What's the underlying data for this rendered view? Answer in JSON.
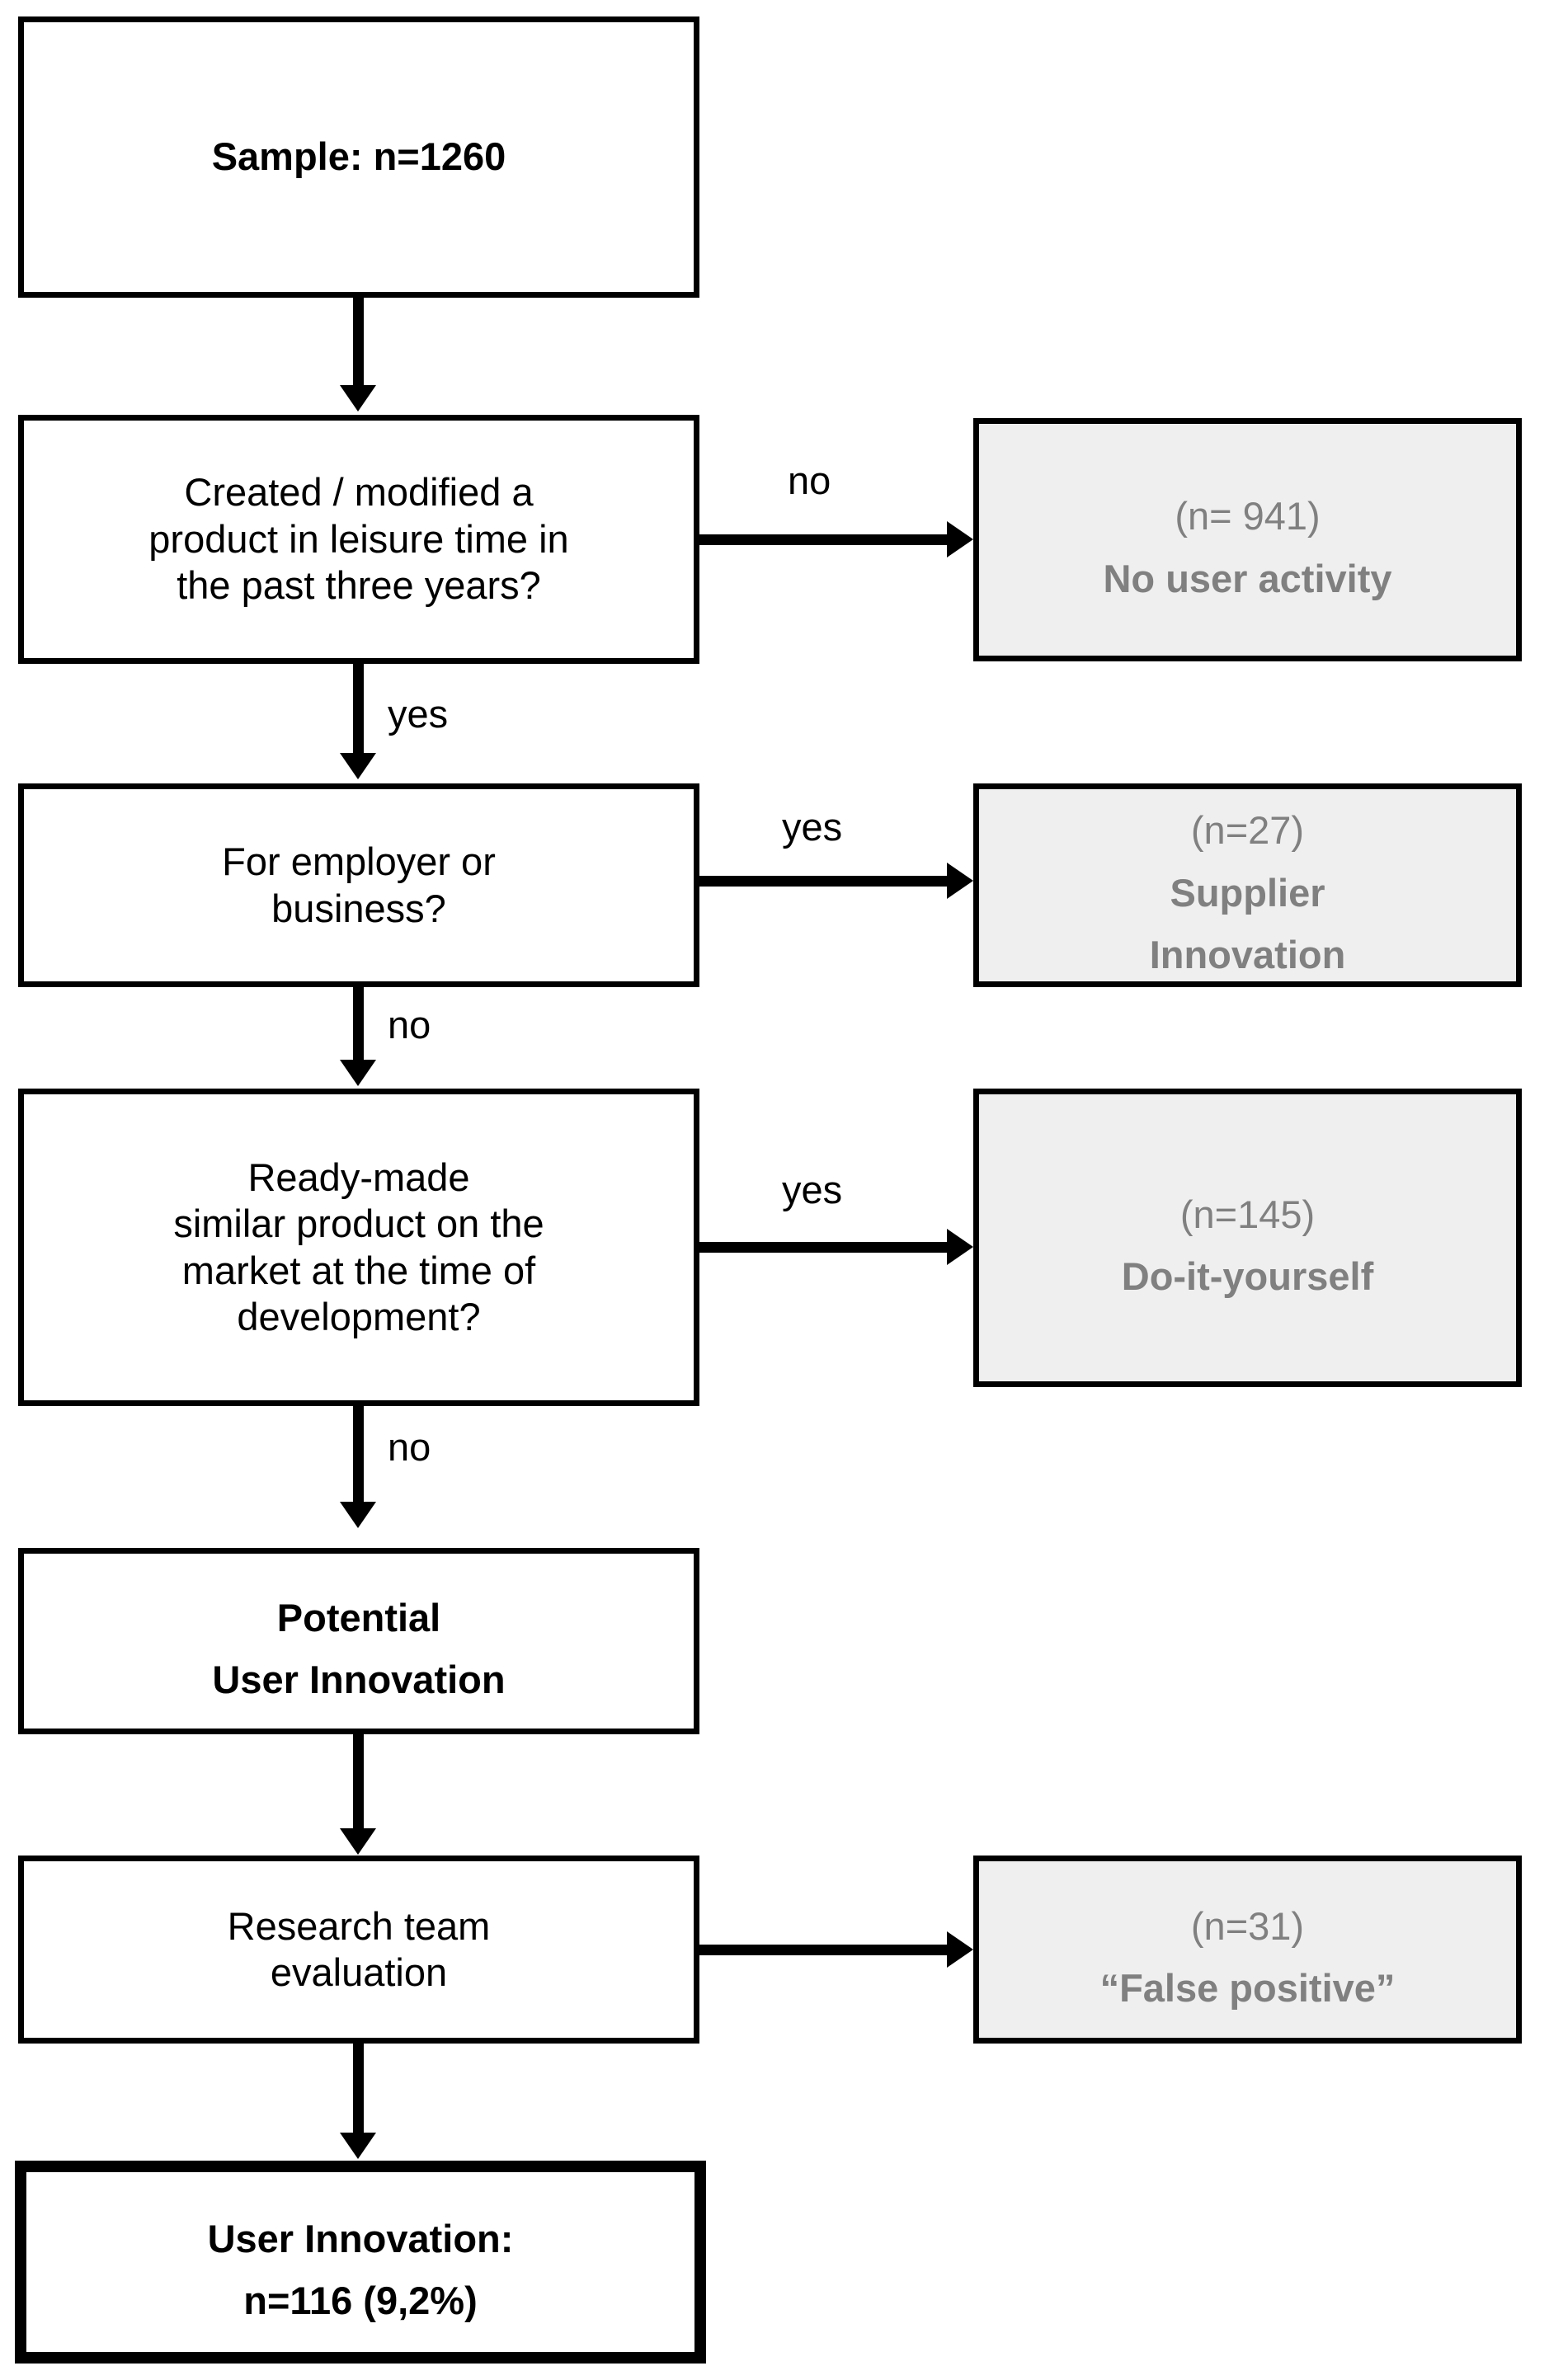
{
  "diagram": {
    "title": "User innovation survey funnel flowchart",
    "colors": {
      "stroke": "#000000",
      "white_fill": "#ffffff",
      "gray_fill": "#efefef",
      "gray_text": "#808080"
    },
    "nodes": {
      "sample": {
        "text": "Sample: n=1260"
      },
      "created": {
        "text": "Created / modified a\nproduct in leisure time in\nthe past three years?"
      },
      "no_user_activity": {
        "line1": "(n= 941)",
        "line2": "No user activity"
      },
      "employer": {
        "text": "For employer or\nbusiness?"
      },
      "supplier": {
        "line1": "(n=27)",
        "line2": "Supplier",
        "line3": "Innovation"
      },
      "ready_made": {
        "text": "Ready-made\nsimilar product on the\nmarket at the time of\ndevelopment?"
      },
      "diy": {
        "line1": "(n=145)",
        "line2": "Do-it-yourself"
      },
      "potential": {
        "line1": "Potential",
        "line2": "User Innovation"
      },
      "research": {
        "text": "Research team\nevaluation"
      },
      "false_positive": {
        "line1": "(n=31)",
        "line2": "“False positive”"
      },
      "user_innovation": {
        "line1": "User Innovation:",
        "line2": "n=116 (9,2%)"
      }
    },
    "edge_labels": {
      "created_no": "no",
      "created_yes": "yes",
      "employer_yes": "yes",
      "employer_no": "no",
      "ready_yes": "yes",
      "ready_no": "no"
    }
  },
  "chart_data": {
    "type": "table",
    "title": "User innovation screening funnel",
    "categories": [
      "Sample",
      "No user activity",
      "Supplier Innovation",
      "Do-it-yourself",
      "False positive",
      "User Innovation"
    ],
    "values": [
      1260,
      941,
      27,
      145,
      31,
      116
    ],
    "annotations": [
      "User Innovation share = 9,2%"
    ]
  }
}
